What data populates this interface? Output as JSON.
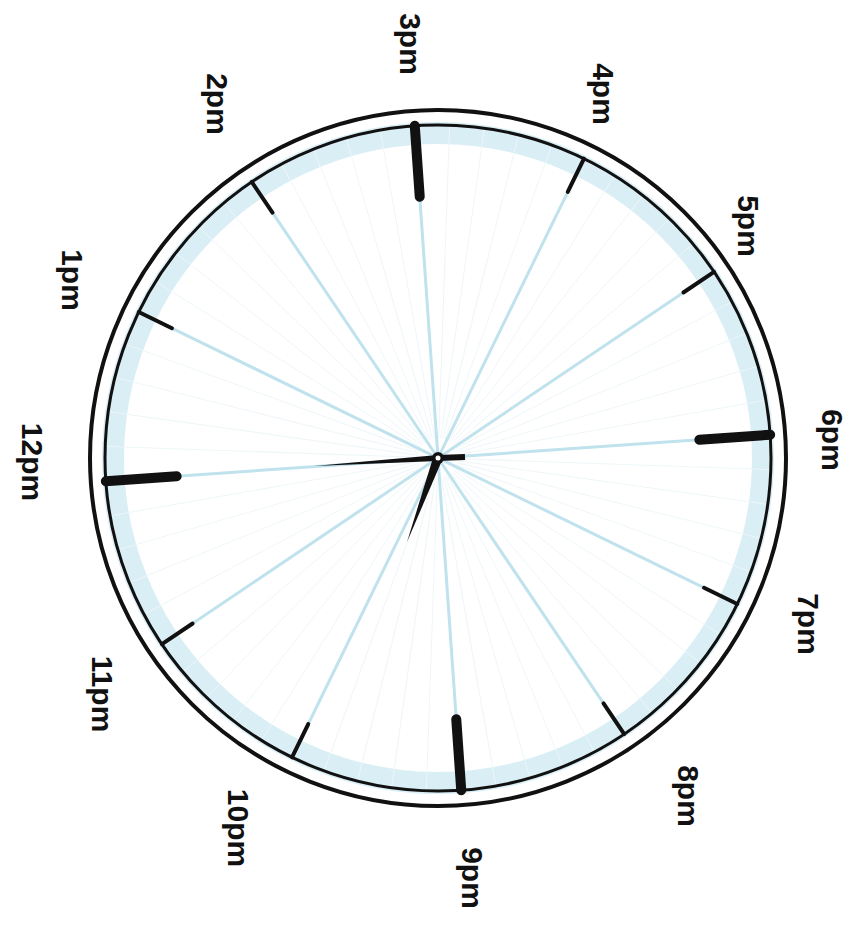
{
  "diagram": {
    "labels": [
      "12pm",
      "1pm",
      "2pm",
      "3pm",
      "4pm",
      "5pm",
      "6pm",
      "7pm",
      "8pm",
      "9pm",
      "10pm",
      "11pm"
    ]
  }
}
